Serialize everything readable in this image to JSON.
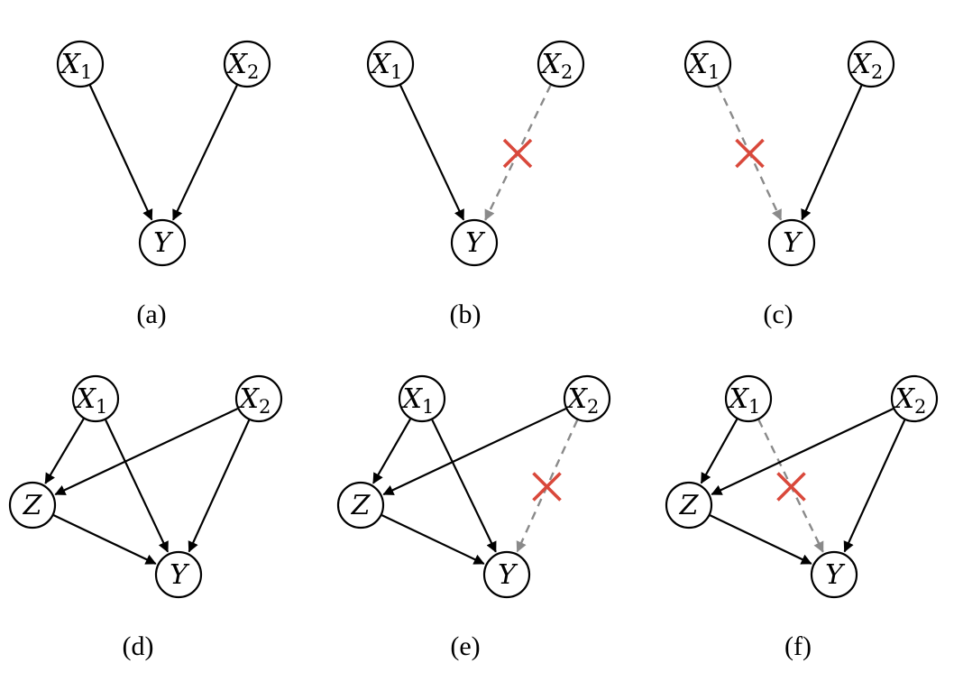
{
  "figure": {
    "panels": [
      {
        "caption": "(a)",
        "nodes": [
          {
            "id": "X1",
            "base": "X",
            "sub": "1"
          },
          {
            "id": "X2",
            "base": "X",
            "sub": "2"
          },
          {
            "id": "Y",
            "base": "Y",
            "sub": ""
          }
        ],
        "edges": [
          {
            "from": "X1",
            "to": "Y",
            "removed": false
          },
          {
            "from": "X2",
            "to": "Y",
            "removed": false
          }
        ]
      },
      {
        "caption": "(b)",
        "nodes": [
          {
            "id": "X1",
            "base": "X",
            "sub": "1"
          },
          {
            "id": "X2",
            "base": "X",
            "sub": "2"
          },
          {
            "id": "Y",
            "base": "Y",
            "sub": ""
          }
        ],
        "edges": [
          {
            "from": "X1",
            "to": "Y",
            "removed": false
          },
          {
            "from": "X2",
            "to": "Y",
            "removed": true
          }
        ]
      },
      {
        "caption": "(c)",
        "nodes": [
          {
            "id": "X1",
            "base": "X",
            "sub": "1"
          },
          {
            "id": "X2",
            "base": "X",
            "sub": "2"
          },
          {
            "id": "Y",
            "base": "Y",
            "sub": ""
          }
        ],
        "edges": [
          {
            "from": "X1",
            "to": "Y",
            "removed": true
          },
          {
            "from": "X2",
            "to": "Y",
            "removed": false
          }
        ]
      },
      {
        "caption": "(d)",
        "nodes": [
          {
            "id": "X1",
            "base": "X",
            "sub": "1"
          },
          {
            "id": "X2",
            "base": "X",
            "sub": "2"
          },
          {
            "id": "Z",
            "base": "Z",
            "sub": ""
          },
          {
            "id": "Y",
            "base": "Y",
            "sub": ""
          }
        ],
        "edges": [
          {
            "from": "X1",
            "to": "Z",
            "removed": false
          },
          {
            "from": "X1",
            "to": "Y",
            "removed": false
          },
          {
            "from": "X2",
            "to": "Z",
            "removed": false
          },
          {
            "from": "X2",
            "to": "Y",
            "removed": false
          },
          {
            "from": "Z",
            "to": "Y",
            "removed": false
          }
        ]
      },
      {
        "caption": "(e)",
        "nodes": [
          {
            "id": "X1",
            "base": "X",
            "sub": "1"
          },
          {
            "id": "X2",
            "base": "X",
            "sub": "2"
          },
          {
            "id": "Z",
            "base": "Z",
            "sub": ""
          },
          {
            "id": "Y",
            "base": "Y",
            "sub": ""
          }
        ],
        "edges": [
          {
            "from": "X1",
            "to": "Z",
            "removed": false
          },
          {
            "from": "X1",
            "to": "Y",
            "removed": false
          },
          {
            "from": "X2",
            "to": "Z",
            "removed": false
          },
          {
            "from": "X2",
            "to": "Y",
            "removed": true
          },
          {
            "from": "Z",
            "to": "Y",
            "removed": false
          }
        ]
      },
      {
        "caption": "(f)",
        "nodes": [
          {
            "id": "X1",
            "base": "X",
            "sub": "1"
          },
          {
            "id": "X2",
            "base": "X",
            "sub": "2"
          },
          {
            "id": "Z",
            "base": "Z",
            "sub": ""
          },
          {
            "id": "Y",
            "base": "Y",
            "sub": ""
          }
        ],
        "edges": [
          {
            "from": "X1",
            "to": "Z",
            "removed": false
          },
          {
            "from": "X1",
            "to": "Y",
            "removed": true
          },
          {
            "from": "X2",
            "to": "Z",
            "removed": false
          },
          {
            "from": "X2",
            "to": "Y",
            "removed": false
          },
          {
            "from": "Z",
            "to": "Y",
            "removed": false
          }
        ]
      }
    ],
    "colors": {
      "edge": "#000000",
      "removed_edge": "#8a8a8a",
      "removed_marker": "#d9483b"
    },
    "removed_marker_icon": "cross-icon"
  }
}
